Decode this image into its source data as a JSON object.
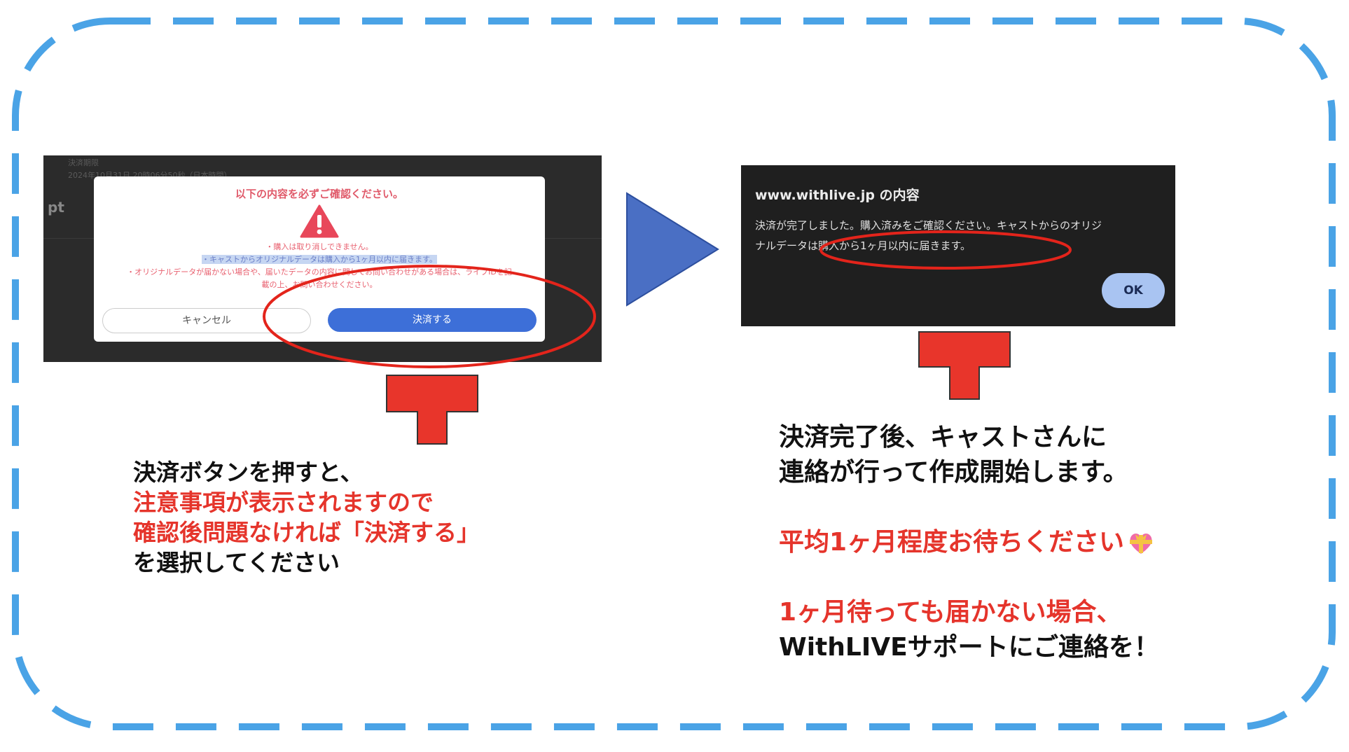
{
  "left_screenshot": {
    "bg_line1": "決済期限",
    "bg_line2": "2024年10月31日 20時06分50秒（日本時間）",
    "bg_pt": "pt",
    "dialog_title": "以下の内容を必ずご確認ください。",
    "note1": "・購入は取り消しできません。",
    "note2": "・キャストからオリジナルデータは購入から1ヶ月以内に届きます。",
    "note3": "・オリジナルデータが届かない場合や、届いたデータの内容に関してお問い合わせがある場合は、ライブIDを記",
    "note4": "載の上、お問い合わせください。",
    "cancel_label": "キャンセル",
    "pay_label": "決済する"
  },
  "right_screenshot": {
    "title": "www.withlive.jp の内容",
    "message_line1": "決済が完了しました。購入済みをご確認ください。キャストからのオリジ",
    "message_line2": "ナルデータは購入から1ヶ月以内に届きます。",
    "ok_label": "OK"
  },
  "left_caption": {
    "line1": "決済ボタンを押すと、",
    "line2": "注意事項が表示されますので",
    "line3": "確認後問題なければ「決済する」",
    "line4": "を選択してください"
  },
  "right_caption": {
    "line1": "決済完了後、キャストさんに",
    "line2": "連絡が行って作成開始します。",
    "line3": "平均1ヶ月程度お待ちください",
    "line4": "1ヶ月待っても届かない場合、",
    "line5": "WithLIVEサポートにご連絡を！"
  },
  "colors": {
    "border": "#4aa3e6",
    "highlight_red": "#e5342b",
    "triangle": "#4a6fc4",
    "pay_button": "#3d6fd8"
  }
}
